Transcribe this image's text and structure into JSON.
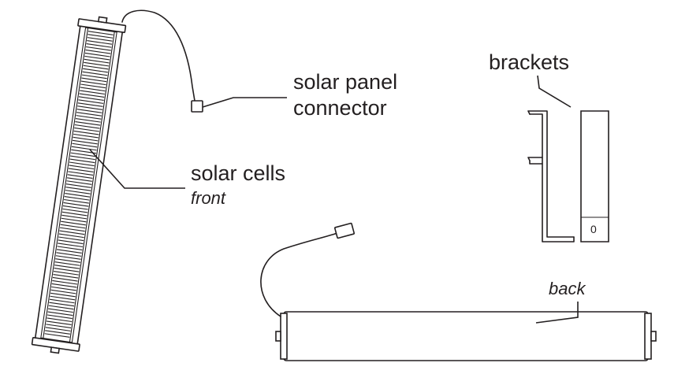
{
  "labels": {
    "connector_line1": "solar panel",
    "connector_line2": "connector",
    "cells": "solar cells",
    "front": "front",
    "brackets": "brackets",
    "back": "back",
    "bracket_mark": "0"
  }
}
